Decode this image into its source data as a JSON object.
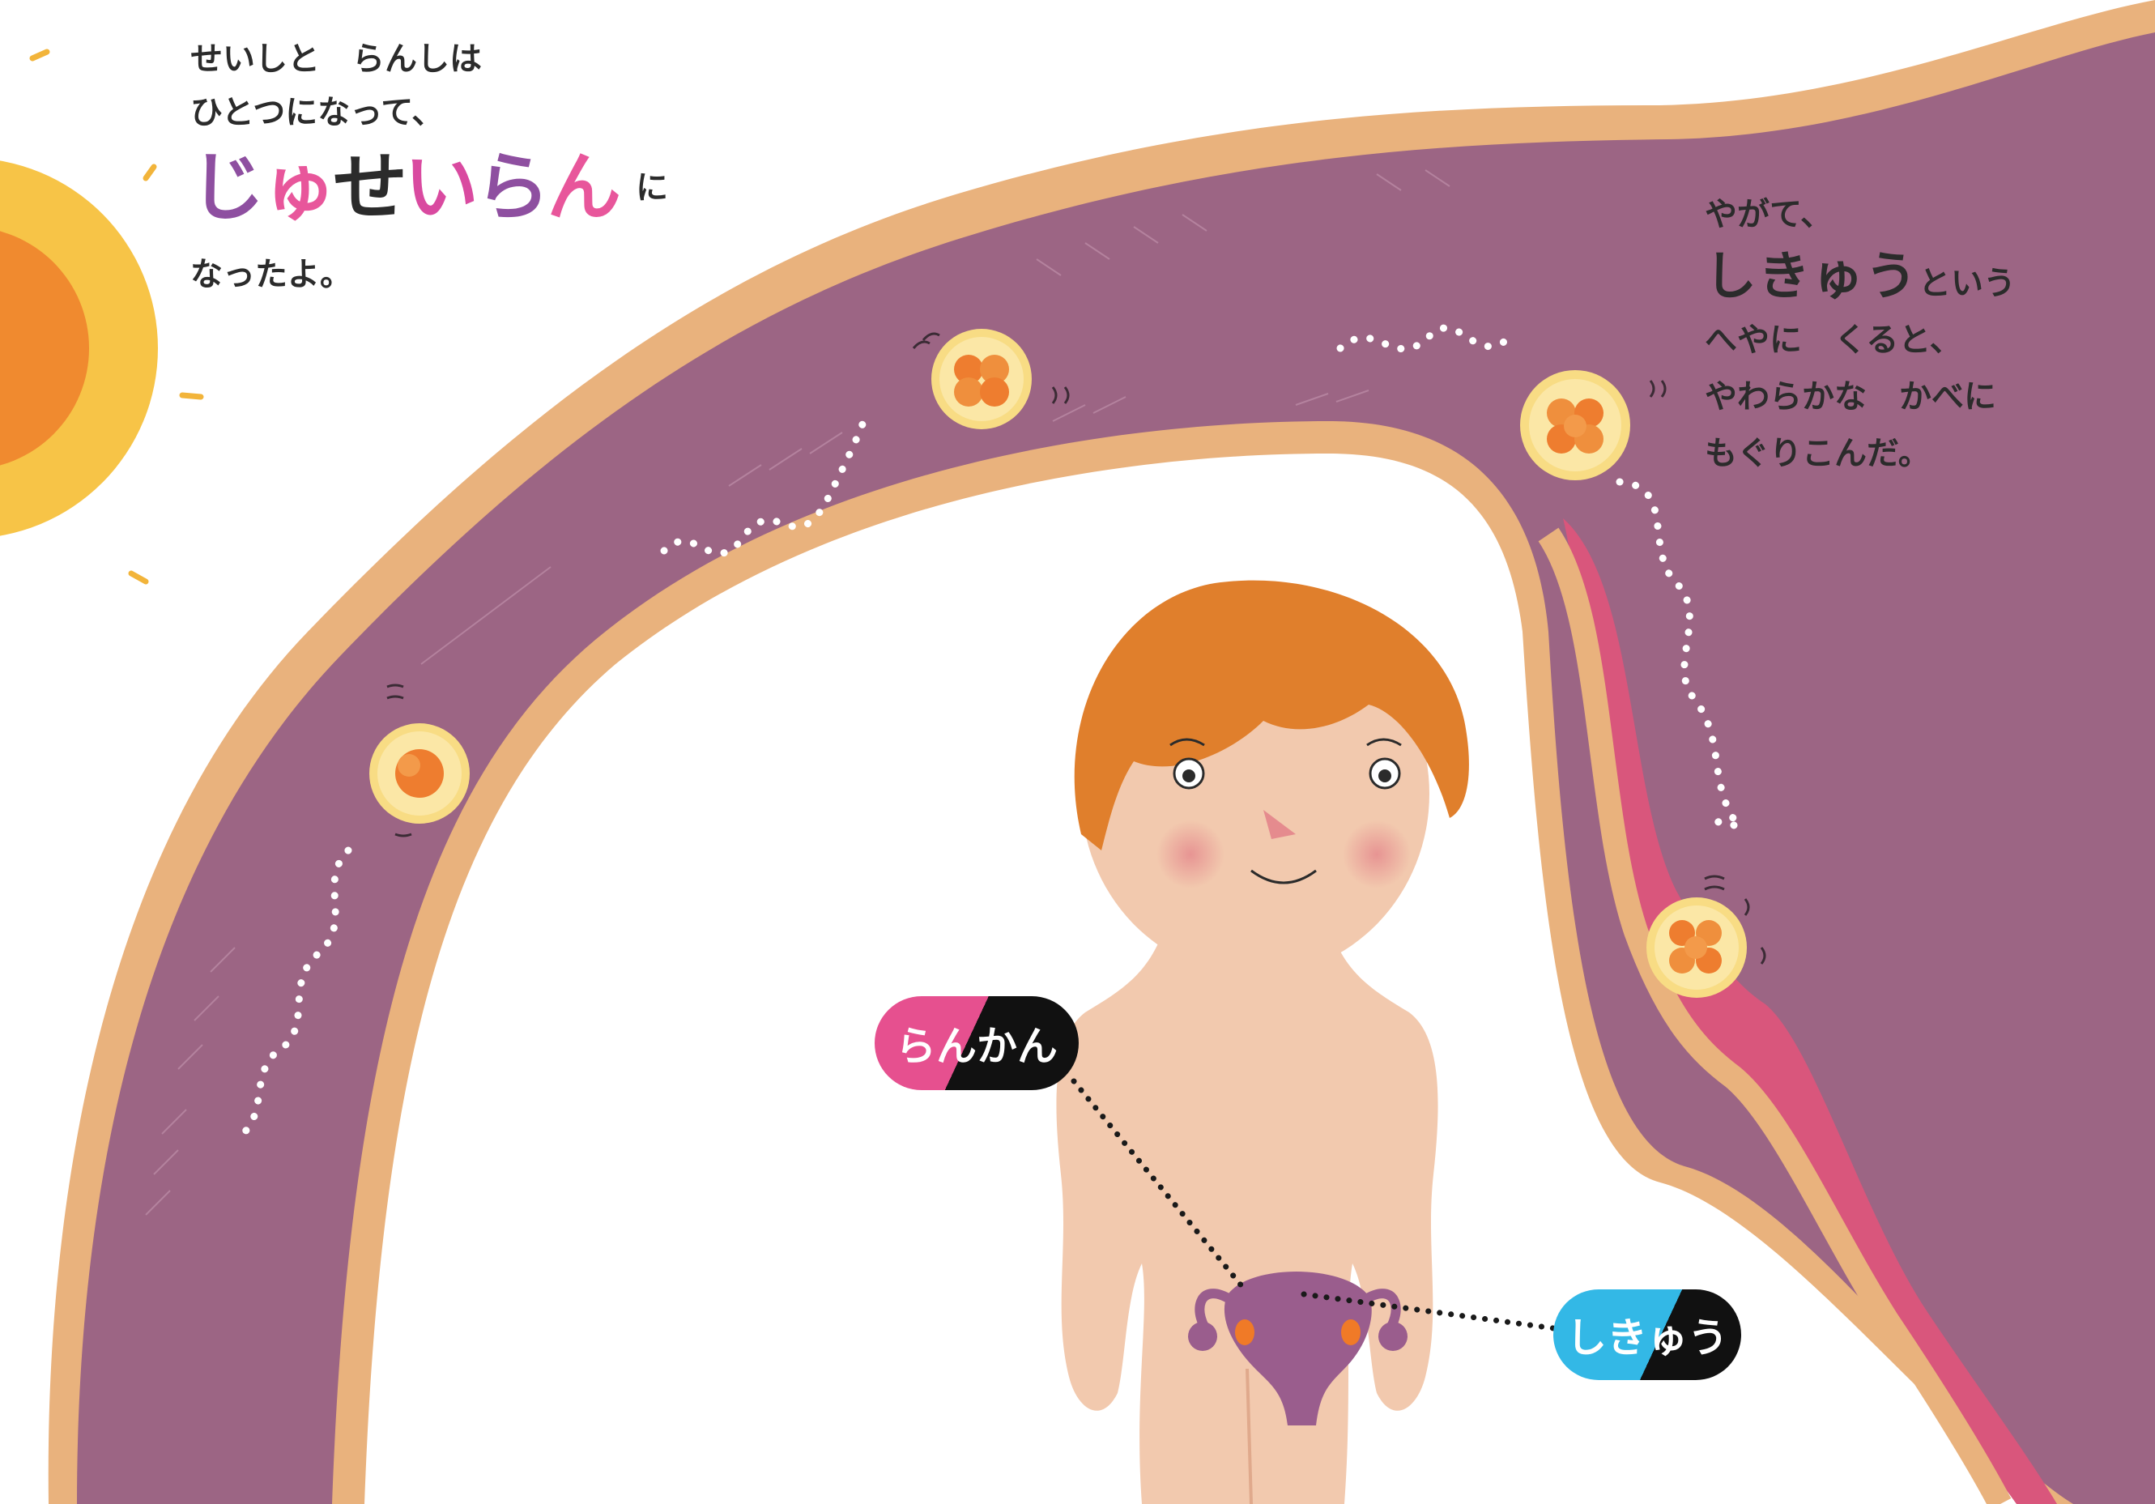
{
  "text": {
    "story1_line1": "せいしと　らんしは",
    "story1_line2": "ひとつになって、",
    "story1_highlight": [
      "じ",
      "ゅ",
      "せ",
      "い",
      "ら",
      "ん"
    ],
    "story1_suffix": "に",
    "story1_line3": "なったよ。",
    "story2_line1": "やがて、",
    "story2_highlight": "しきゅう",
    "story2_line2_rest": "という",
    "story2_line3": "へやに　くると、",
    "story2_line4": "やわらかな　かべに",
    "story2_line5": "もぐりこんだ。"
  },
  "labels": {
    "ovary": "らんかん",
    "uterus": "しきゅう"
  },
  "colors": {
    "tube_purple": "#9c6584",
    "tube_border": "#e9b27d",
    "uterus_wall": "#d9567c",
    "skin": "#f2c9ae",
    "hair": "#e07f2c",
    "sun_outer": "#f7c447",
    "sun_inner": "#f08a2f",
    "embryo_outer": "#fbe7a6",
    "embryo_inner": "#ee7d2f",
    "highlight_purple": "#8e4fa0",
    "highlight_pink": "#e8569b",
    "label_pink": "#e6508f",
    "label_blue": "#33b8e6"
  },
  "icons": [
    "sun-icon",
    "embryo-icon",
    "sperm-trail-icon",
    "child-figure-icon",
    "uterus-icon"
  ]
}
